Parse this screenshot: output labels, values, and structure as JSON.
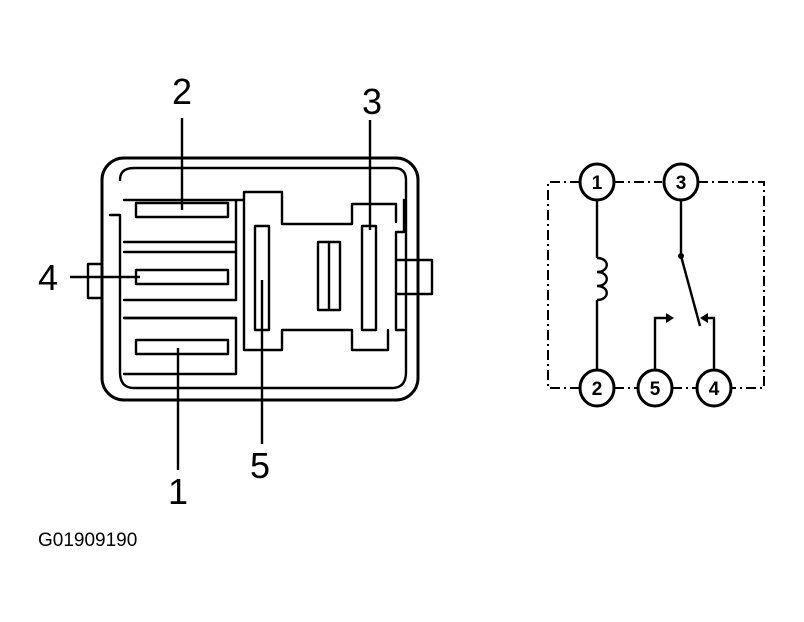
{
  "relay": {
    "pins": [
      {
        "id": "pin-1",
        "label": "1"
      },
      {
        "id": "pin-2",
        "label": "2"
      },
      {
        "id": "pin-3",
        "label": "3"
      },
      {
        "id": "pin-4",
        "label": "4"
      },
      {
        "id": "pin-5",
        "label": "5"
      }
    ]
  },
  "schematic": {
    "nodes": [
      {
        "id": "node-1",
        "label": "1"
      },
      {
        "id": "node-2",
        "label": "2"
      },
      {
        "id": "node-3",
        "label": "3"
      },
      {
        "id": "node-4",
        "label": "4"
      },
      {
        "id": "node-5",
        "label": "5"
      }
    ]
  },
  "figure_code": "G01909190"
}
